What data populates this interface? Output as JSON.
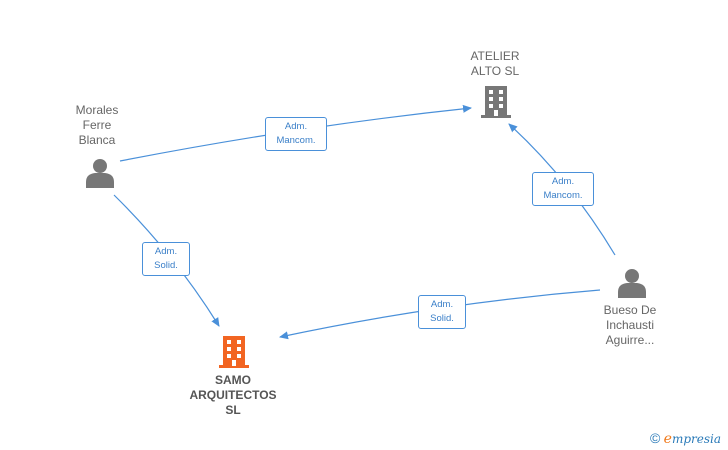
{
  "nodes": {
    "morales": {
      "name_line1": "Morales",
      "name_line2": "Ferre",
      "name_line3": "Blanca"
    },
    "atelier": {
      "name_line1": "ATELIER",
      "name_line2": "ALTO  SL"
    },
    "bueso": {
      "name_line1": "Bueso De",
      "name_line2": "Inchausti",
      "name_line3": "Aguirre..."
    },
    "samo": {
      "name_line1": "SAMO",
      "name_line2": "ARQUITECTOS",
      "name_line3": "SL"
    }
  },
  "edges": {
    "morales_atelier": {
      "line1": "Adm.",
      "line2": "Mancom."
    },
    "bueso_atelier": {
      "line1": "Adm.",
      "line2": "Mancom."
    },
    "morales_samo": {
      "line1": "Adm.",
      "line2": "Solid."
    },
    "bueso_samo": {
      "line1": "Adm.",
      "line2": "Solid."
    }
  },
  "colors": {
    "edge": "#4a90d9",
    "person": "#777777",
    "company": "#777777",
    "focus_company": "#f26522"
  },
  "brand": {
    "copyright": "©",
    "initial": "e",
    "rest": "mpresia"
  }
}
